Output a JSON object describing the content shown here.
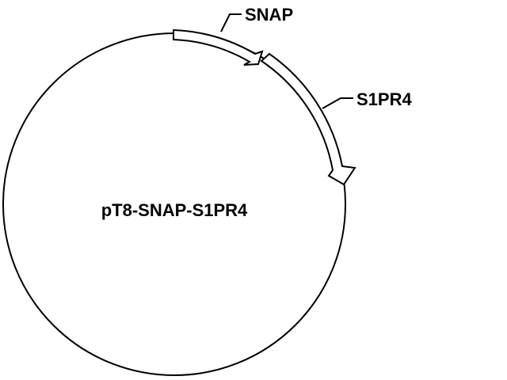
{
  "plasmid": {
    "name": "pT8-SNAP-S1PR4",
    "features": [
      {
        "label": "SNAP"
      },
      {
        "label": "S1PR4"
      }
    ]
  },
  "colors": {
    "stroke": "#000000",
    "background": "#ffffff",
    "feature_fill": "#ffffff"
  }
}
